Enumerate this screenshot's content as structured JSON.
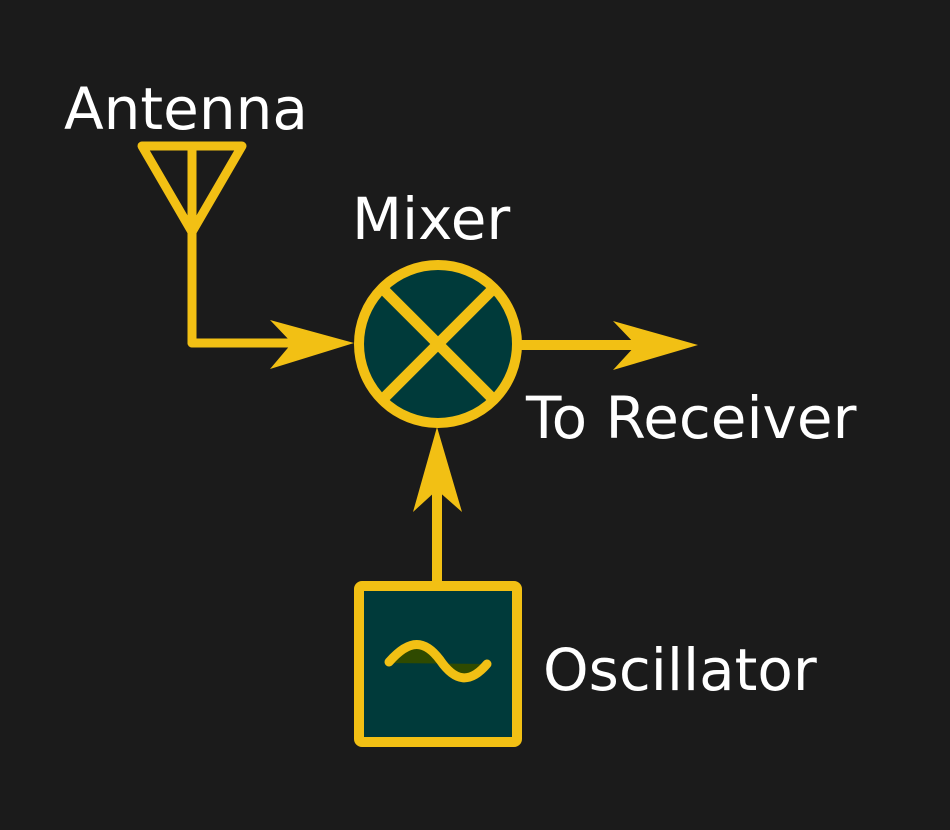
{
  "labels": {
    "antenna": "Antenna",
    "mixer": "Mixer",
    "output": "To Receiver",
    "oscillator": "Oscillator"
  },
  "colors": {
    "background": "#1b1b1b",
    "stroke": "#f2c014",
    "fill": "#003a3a",
    "text": "#ffffff"
  },
  "icons": [
    "antenna-icon",
    "mixer-icon",
    "oscillator-icon"
  ]
}
